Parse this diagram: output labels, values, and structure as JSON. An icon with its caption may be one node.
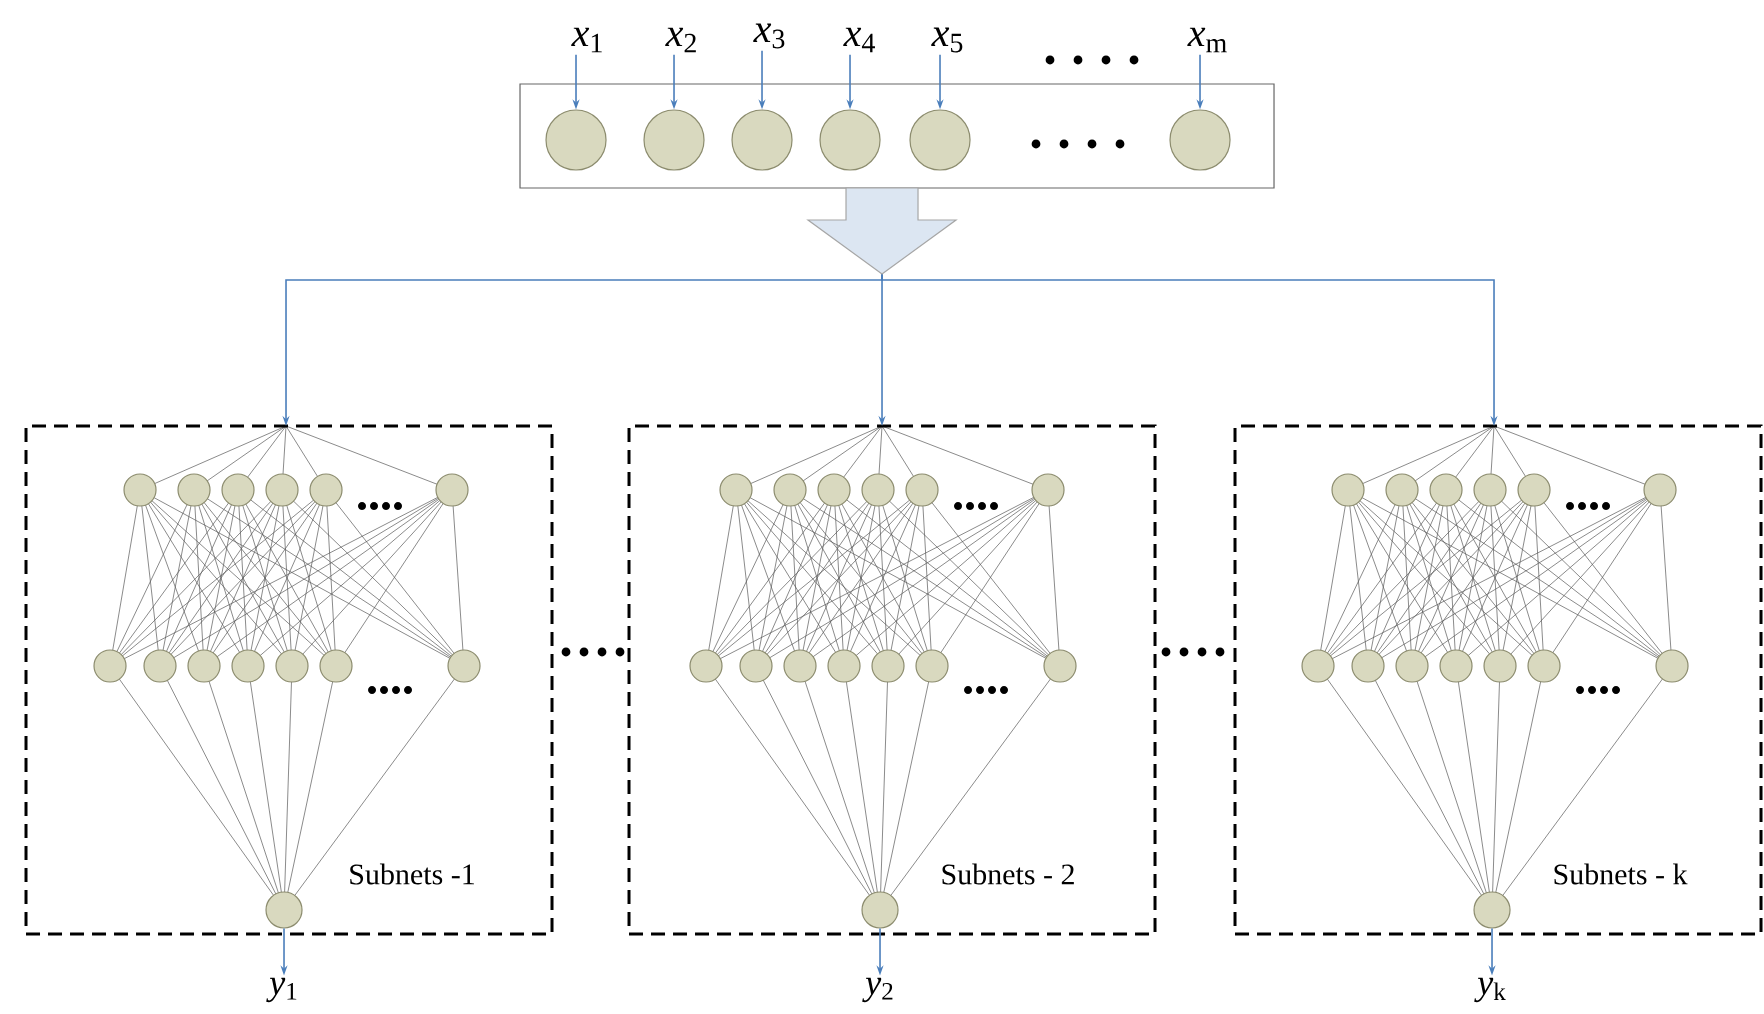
{
  "diagram": {
    "nodes": [
      {
        "text": [
          "*x*$_{1}$"
        ]
      },
      {
        "text": [
          "*x*$_{2}$"
        ]
      },
      {
        "text": [
          "*x*$_{3}$"
        ]
      },
      {
        "text": [
          "*x*$_{4}$"
        ]
      },
      {
        "text": [
          "*x*$_{5}$"
        ]
      },
      {
        "text": [
          "*x*$_{m}$"
        ]
      },
      {
        "text": [],
        "shape": "box"
      },
      {
        "text": [],
        "shape": "circle",
        "in": 6
      },
      {
        "text": [],
        "shape": "circle",
        "in": 6
      },
      {
        "text": [],
        "shape": "circle",
        "in": 6
      },
      {
        "text": [],
        "shape": "circle",
        "in": 6
      },
      {
        "text": [],
        "shape": "circle",
        "in": 6
      },
      {
        "text": [],
        "shape": "circle",
        "in": 6
      },
      {
        "text": [
          "Subnets -1"
        ]
      },
      {
        "text": [],
        "shape": "circle",
        "in": 13
      },
      {
        "text": [
          "Subnets - 2"
        ]
      },
      {
        "text": [],
        "shape": "circle",
        "in": 15
      },
      {
        "text": [
          "Subnets - k"
        ]
      },
      {
        "text": [],
        "shape": "circle",
        "in": 17
      },
      {
        "text": [
          "*y*$_{1}$"
        ]
      },
      {
        "text": [
          "*y*$_{2}$"
        ]
      },
      {
        "text": [
          "*y*$_{k}$"
        ]
      }
    ],
    "edges": [
      {
        "from": 0,
        "to": 7,
        "arrow": "to"
      },
      {
        "from": 1,
        "to": 8,
        "arrow": "to"
      },
      {
        "from": 2,
        "to": 9,
        "arrow": "to"
      },
      {
        "from": 3,
        "to": 10,
        "arrow": "to"
      },
      {
        "from": 4,
        "to": 11,
        "arrow": "to"
      },
      {
        "from": 5,
        "to": 12,
        "arrow": "to"
      },
      {
        "from": 6,
        "to": 13,
        "arrow": "to"
      },
      {
        "from": 6,
        "to": 15,
        "arrow": "to"
      },
      {
        "from": 6,
        "to": 17,
        "arrow": "to"
      },
      {
        "from": 14,
        "to": 19,
        "arrow": "to"
      },
      {
        "from": 16,
        "to": 20,
        "arrow": "to"
      },
      {
        "from": 18,
        "to": 21,
        "arrow": "to"
      }
    ]
  }
}
